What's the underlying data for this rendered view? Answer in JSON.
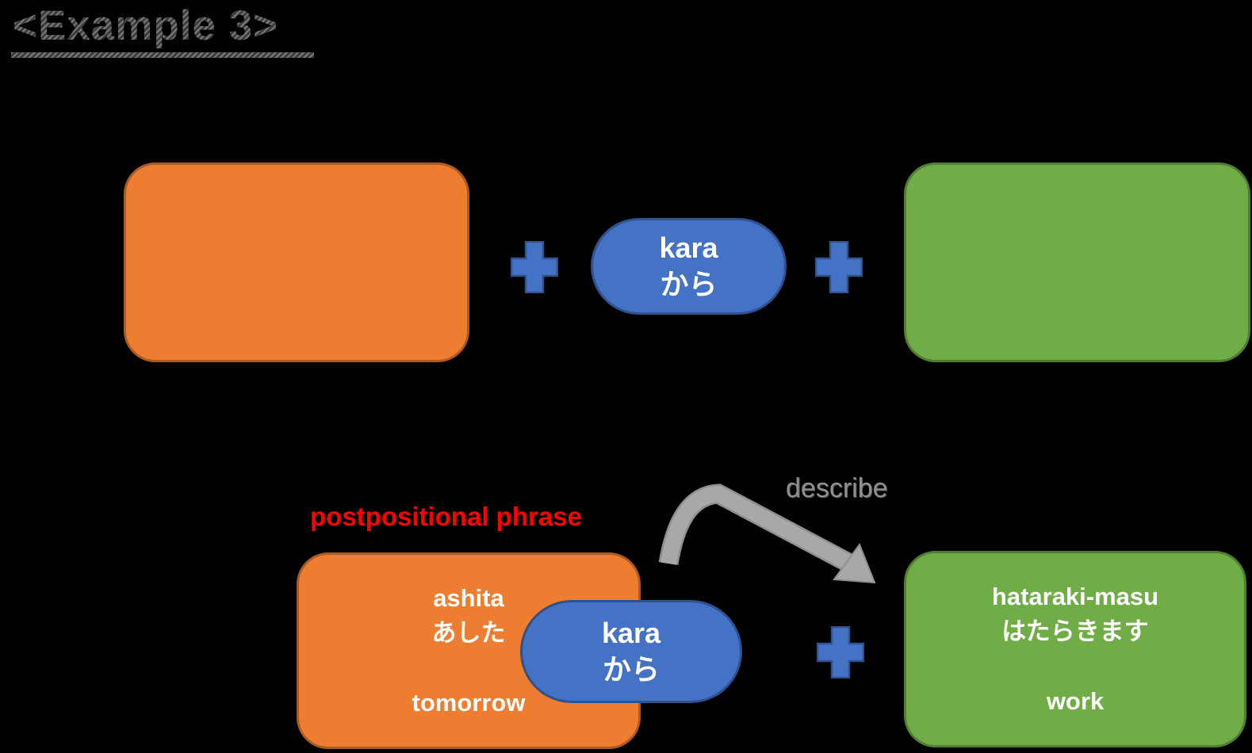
{
  "title": {
    "text": "<Example 3>"
  },
  "top_row": {
    "particle_pill": {
      "romaji": "kara",
      "kana": "から"
    }
  },
  "bottom_row": {
    "phrase_label": "postpositional phrase",
    "arrow_label": "describe",
    "noun_box": {
      "romaji": "ashita",
      "kana": "あした",
      "english": "tomorrow"
    },
    "particle_pill": {
      "romaji": "kara",
      "kana": "から"
    },
    "verb_box": {
      "romaji": "hataraki-masu",
      "kana": "はたらきます",
      "english": "work"
    }
  },
  "icons": {
    "plus": "plus-shape",
    "describe_arrow": "curved-arrow"
  },
  "colors": {
    "background": "#000000",
    "orange_fill": "#ED7D31",
    "orange_border": "#AE5A21",
    "green_fill": "#70AD47",
    "green_border": "#507E32",
    "blue_fill": "#4472C4",
    "blue_border": "#2F528F",
    "red_label": "#FF0000",
    "arrow_gray": "#A8A8A8",
    "describe_text_gray": "#8F8F8F",
    "title_hatch_gray": "#5A5A5A",
    "box_text": "#FFFFFF"
  }
}
